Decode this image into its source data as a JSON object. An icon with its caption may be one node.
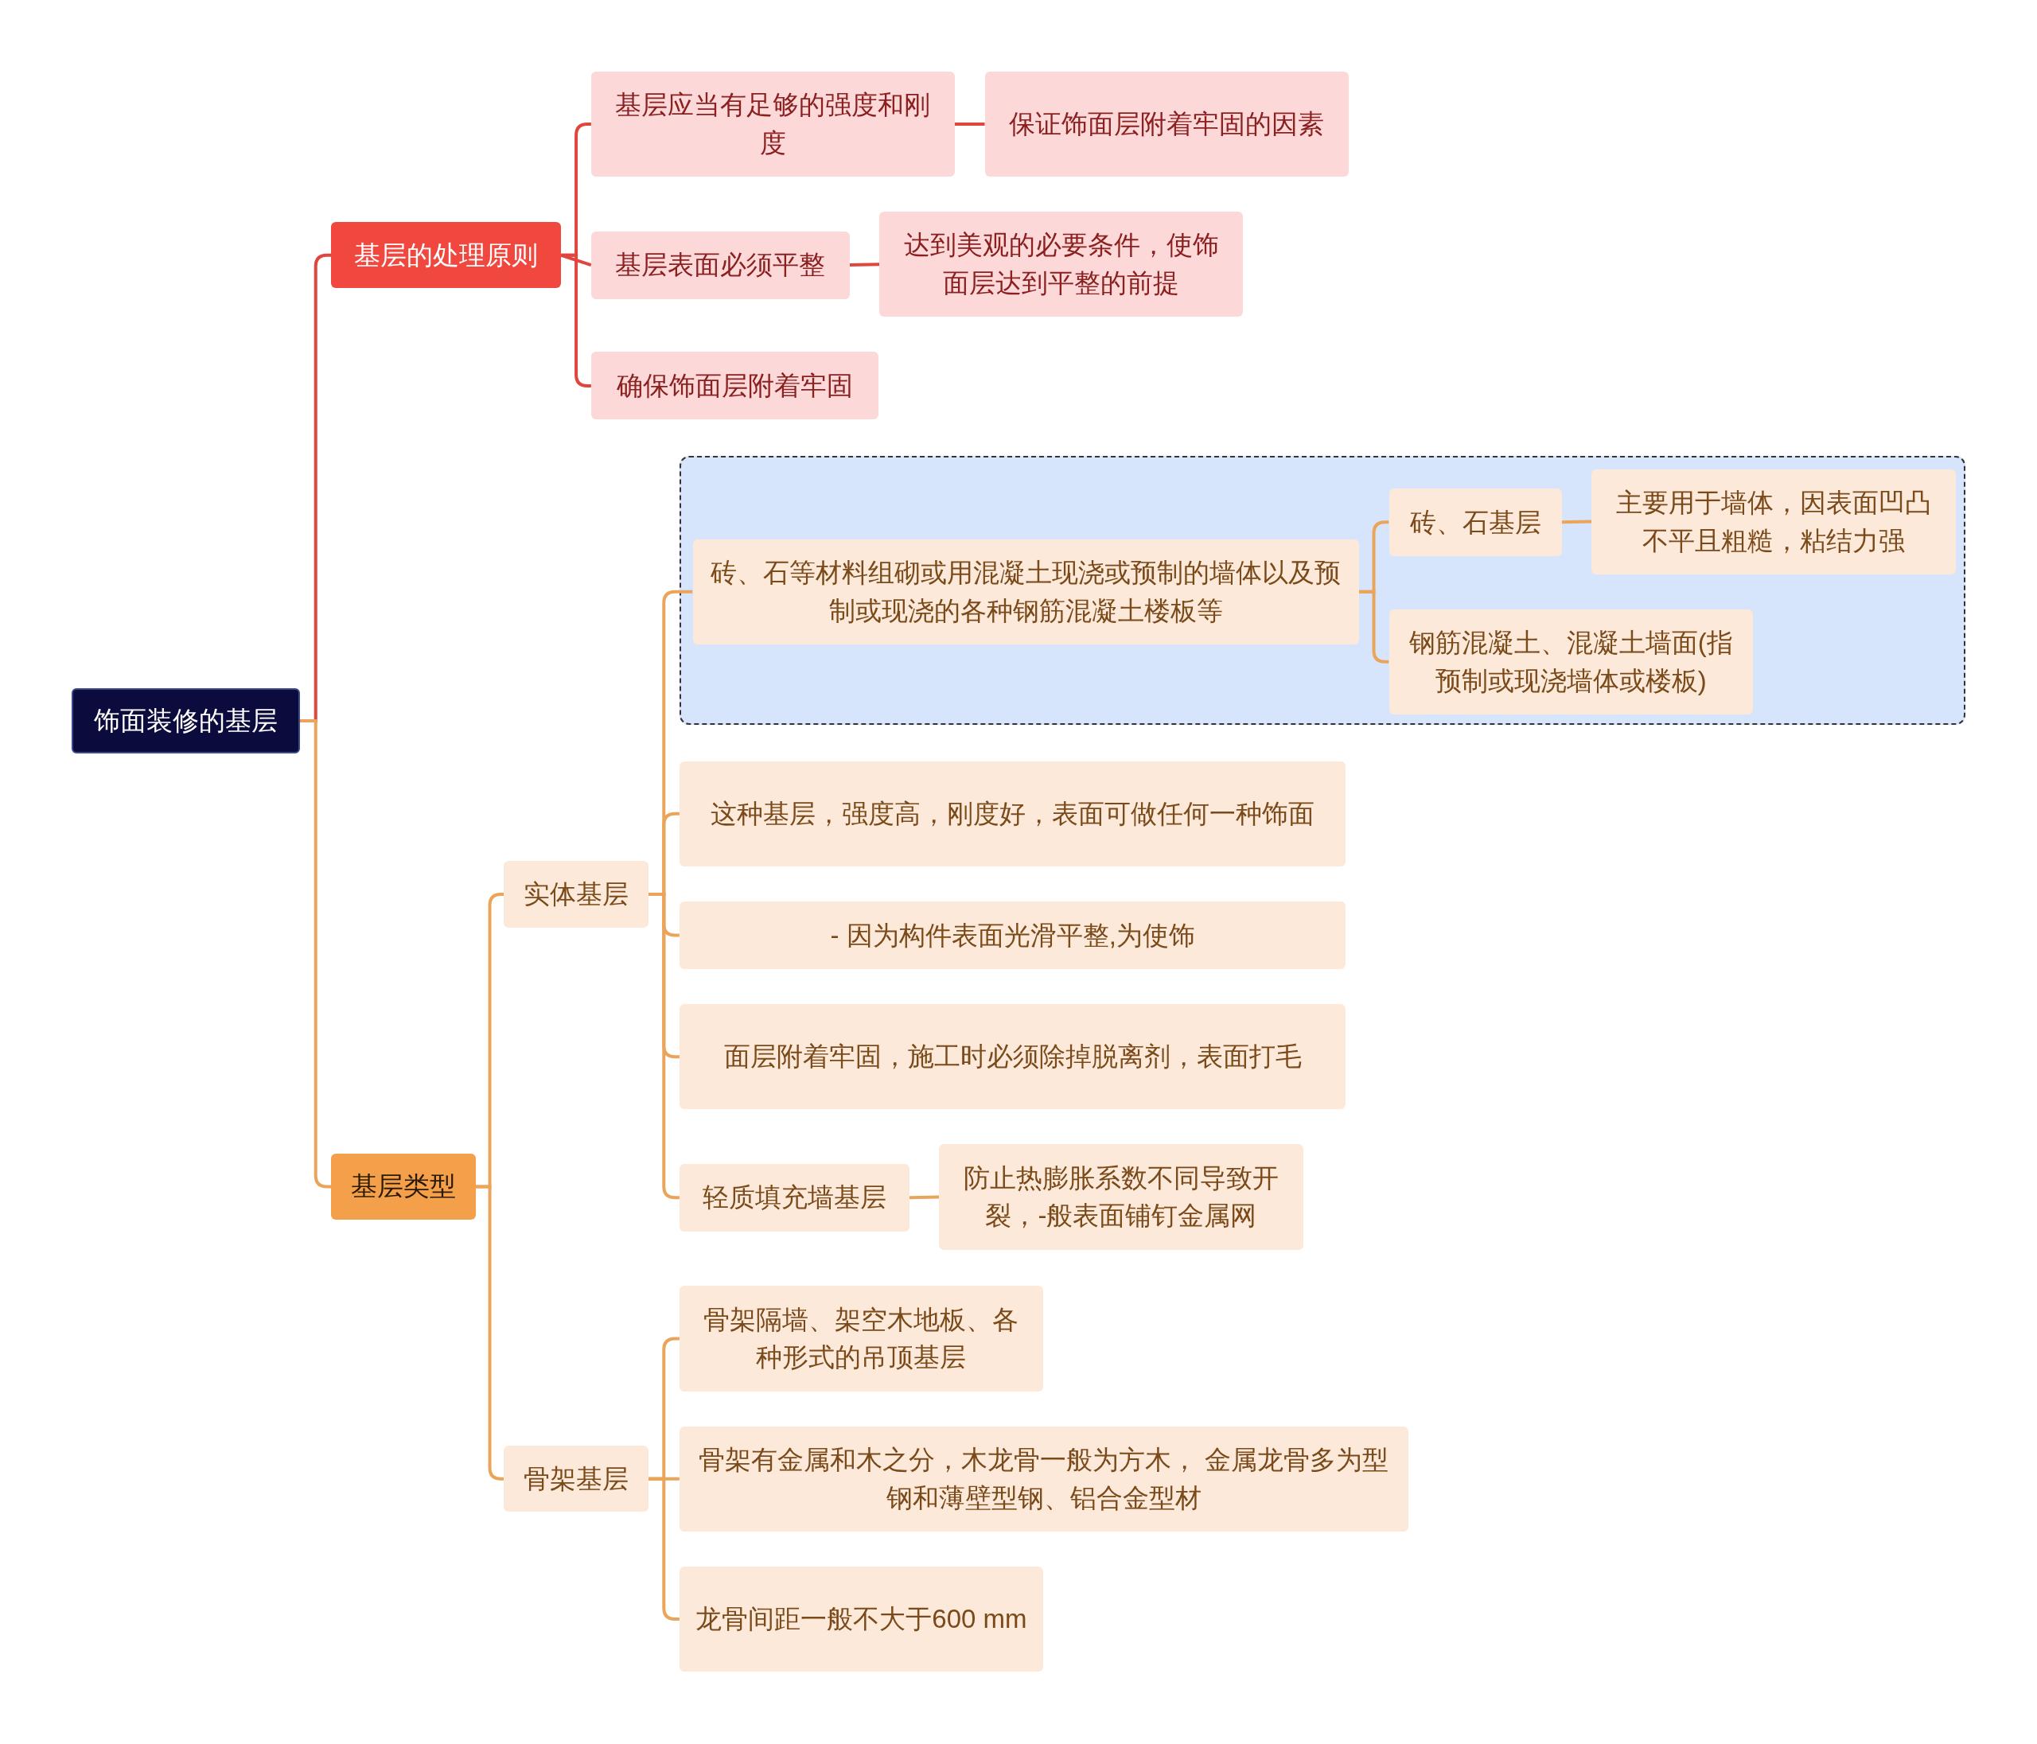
{
  "diagram": {
    "nodes": [
      {
        "text": [
          "饰面装修的基层"
        ]
      },
      {
        "text": [
          "基层的处理原则"
        ]
      },
      {
        "text": [
          "基层应当有足够的强度和刚度"
        ]
      },
      {
        "text": [
          "保证饰面层附着牢固的因素"
        ]
      },
      {
        "text": [
          "基层表面必须平整"
        ]
      },
      {
        "text": [
          "达到美观的必要条件，使饰面层达到平整的前提"
        ]
      },
      {
        "text": [
          "确保饰面层附着牢固"
        ]
      },
      {
        "text": [
          "基层类型"
        ]
      },
      {
        "text": [
          "实体基层"
        ]
      },
      {
        "text": [],
        "shape": "box"
      },
      {
        "text": [
          "砖、石等材料组砌或用混凝土现浇或预制的墙体以及预制或现浇的各种钢筋混凝土楼板等"
        ],
        "in": 9
      },
      {
        "text": [
          "砖、石基层"
        ],
        "in": 9
      },
      {
        "text": [
          "主要用于墙体，因表面凹凸不平且粗糙，粘结力强"
        ],
        "in": 9
      },
      {
        "text": [
          "钢筋混凝土、混凝土墙面(指预制或现浇墙体或楼板)"
        ],
        "in": 9
      },
      {
        "text": [
          "这种基层，强度高，刚度好，表面可做任何一种饰面"
        ]
      },
      {
        "text": [
          "- 因为构件表面光滑平整,为使饰"
        ]
      },
      {
        "text": [
          "面层附着牢固，施工时必须除掉脱离剂，表面打毛"
        ]
      },
      {
        "text": [
          "轻质填充墙基层"
        ]
      },
      {
        "text": [
          "防止热膨胀系数不同导致开裂，-般表面铺钉金属网"
        ]
      },
      {
        "text": [
          "骨架基层"
        ]
      },
      {
        "text": [
          "骨架隔墙、架空木地板、各种形式的吊顶基层"
        ]
      },
      {
        "text": [
          "骨架有金属和木之分，木龙骨一般为方木， 金属龙骨多为型钢和薄壁型钢、铝合金型材"
        ]
      },
      {
        "text": [
          "龙骨间距一般不大于600 mm"
        ]
      }
    ],
    "edges": [
      {
        "from": 0,
        "to": 1,
        "arrow": "none",
        "color": "#e0463e"
      },
      {
        "from": 0,
        "to": 7,
        "arrow": "none"
      },
      {
        "from": 1,
        "to": 2,
        "arrow": "none",
        "color": "#e0463e"
      },
      {
        "from": 1,
        "to": 4,
        "arrow": "none",
        "color": "#e0463e"
      },
      {
        "from": 1,
        "to": 6,
        "arrow": "none",
        "color": "#e0463e"
      },
      {
        "from": 2,
        "to": 3,
        "arrow": "none",
        "color": "#e0463e"
      },
      {
        "from": 4,
        "to": 5,
        "arrow": "none",
        "color": "#e0463e"
      },
      {
        "from": 7,
        "to": 8,
        "arrow": "none"
      },
      {
        "from": 7,
        "to": 19,
        "arrow": "none"
      },
      {
        "from": 8,
        "to": 10,
        "arrow": "none"
      },
      {
        "from": 8,
        "to": 14,
        "arrow": "none"
      },
      {
        "from": 8,
        "to": 15,
        "arrow": "none"
      },
      {
        "from": 8,
        "to": 16,
        "arrow": "none"
      },
      {
        "from": 8,
        "to": 17,
        "arrow": "none"
      },
      {
        "from": 10,
        "to": 11,
        "arrow": "none"
      },
      {
        "from": 10,
        "to": 13,
        "arrow": "none"
      },
      {
        "from": 11,
        "to": 12,
        "arrow": "none"
      },
      {
        "from": 17,
        "to": 18,
        "arrow": "none"
      },
      {
        "from": 19,
        "to": 20,
        "arrow": "none"
      },
      {
        "from": 19,
        "to": 21,
        "arrow": "none"
      },
      {
        "from": 19,
        "to": 22,
        "arrow": "none"
      }
    ]
  }
}
